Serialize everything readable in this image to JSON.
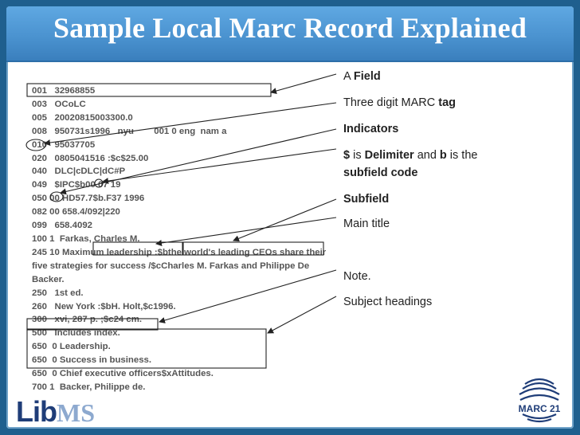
{
  "slide": {
    "title": "Sample Local Marc Record Explained"
  },
  "record_lines": [
    "001   32968855",
    "003   OCoLC",
    "005   20020815003300.0",
    "008   950731s1996   nyu        001 0 eng  nam a",
    "010   95037705",
    "020   0805041516 :$c$25.00",
    "040   DLC|cDLC|dC#P",
    "049   $IPC$b00 07 19",
    "050 00 HD57.7$b.F37 1996",
    "082 00 658.4/092|220",
    "099   658.4092",
    "100 1  Farkas, Charles M.",
    "245 10 Maximum leadership :$bthe world's leading CEOs share their  five strategies for success /$cCharles M. Farkas and Philippe De Backer.",
    "250   1st ed.",
    "260   New York :$bH. Holt,$c1996.",
    "300   xvi, 287 p. ;$c24 cm.",
    "500   Includes index.",
    "650  0 Leadership.",
    "650  0 Success in business.",
    "650  0 Chief executive officers$xAttitudes.",
    "700 1  Backer, Philippe de."
  ],
  "explanations": {
    "field": {
      "prefix": "A ",
      "bold": "Field"
    },
    "tag": {
      "prefix": "Three digit MARC ",
      "bold": "tag"
    },
    "indicators": {
      "bold": "Indicators"
    },
    "delimiter": {
      "bold1": "$",
      "mid1": " is ",
      "bold2": "Delimiter",
      "mid2": "  and  ",
      "bold3": "b",
      "mid3": "  is the",
      "bold4": "subfield code"
    },
    "subfield": {
      "bold": "Subfield"
    },
    "main_title": {
      "text": "Main title"
    },
    "note": {
      "text": "Note."
    },
    "subject": {
      "text": "Subject headings"
    }
  },
  "logos": {
    "libms_lib": "Lib",
    "libms_ms": "MS",
    "marc21": "MARC 21"
  },
  "colors": {
    "title_bar": "#4b93d0",
    "frame": "#1f5f8e",
    "record_text": "#555555"
  }
}
